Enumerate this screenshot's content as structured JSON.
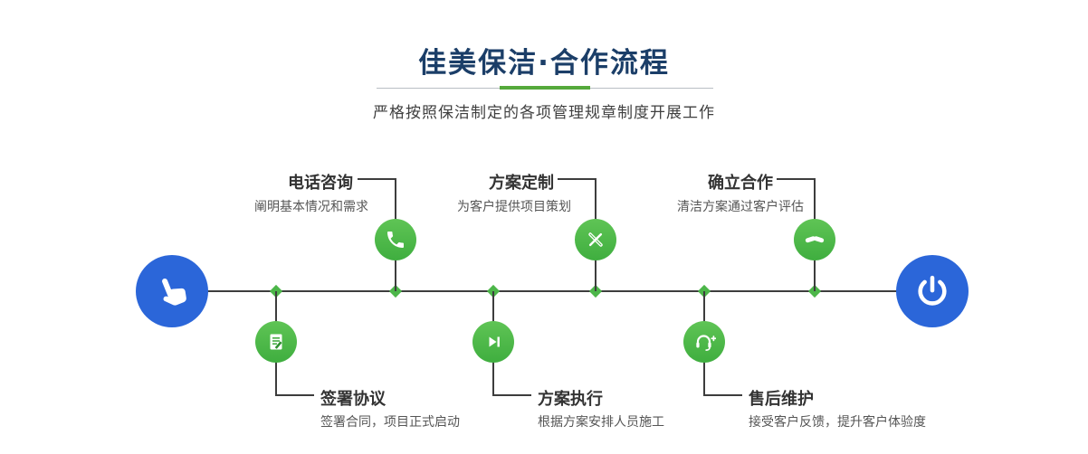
{
  "header": {
    "title": "佳美保洁·合作流程",
    "subtitle": "严格按照保洁制定的各项管理规章制度开展工作"
  },
  "colors": {
    "accent_green": "#4cb649",
    "node_blue": "#2b66d9",
    "title_navy": "#1b3e68",
    "line_dark": "#3d3d3d"
  },
  "timeline": {
    "start_icon": "hand-pointer-icon",
    "end_icon": "power-icon",
    "steps_top": [
      {
        "title": "电话咨询",
        "desc": "阐明基本情况和需求",
        "icon": "phone-icon"
      },
      {
        "title": "方案定制",
        "desc": "为客户提供项目策划",
        "icon": "design-icon"
      },
      {
        "title": "确立合作",
        "desc": "清洁方案通过客户评估",
        "icon": "handshake-icon"
      }
    ],
    "steps_bottom": [
      {
        "title": "签署协议",
        "desc": "签署合同，项目正式启动",
        "icon": "contract-icon"
      },
      {
        "title": "方案执行",
        "desc": "根据方案安排人员施工",
        "icon": "execute-icon"
      },
      {
        "title": "售后维护",
        "desc": "接受客户反馈，提升客户体验度",
        "icon": "support-icon"
      }
    ]
  }
}
